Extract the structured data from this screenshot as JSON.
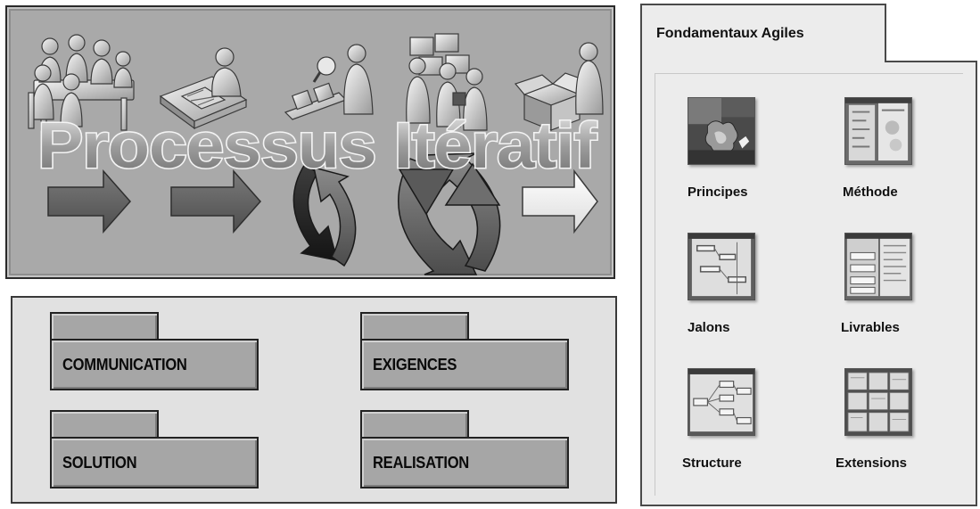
{
  "hero": {
    "title": "Processus Itératif",
    "colors": {
      "panel": "#a9a9a9",
      "arrow_dark": "#5e5e5e",
      "arrow_light": "#f2f2f2",
      "cycle_dark": "#232323",
      "cycle_mid": "#6b6b6b"
    },
    "icons": [
      "meeting-people-icon",
      "designer-desk-icon",
      "inspector-conveyor-icon",
      "builders-blocks-icon",
      "delivery-box-icon"
    ]
  },
  "packages": [
    {
      "id": "communication",
      "label": "COMMUNICATION"
    },
    {
      "id": "exigences",
      "label": "EXIGENCES"
    },
    {
      "id": "solution",
      "label": "SOLUTION"
    },
    {
      "id": "realisation",
      "label": "REALISATION"
    }
  ],
  "agile": {
    "tab_label": "Fondamentaux Agiles",
    "tiles": [
      {
        "id": "principes",
        "label": "Principes"
      },
      {
        "id": "methode",
        "label": "Méthode"
      },
      {
        "id": "jalons",
        "label": "Jalons"
      },
      {
        "id": "livrables",
        "label": "Livrables"
      },
      {
        "id": "structure",
        "label": "Structure"
      },
      {
        "id": "extensions",
        "label": "Extensions"
      }
    ]
  }
}
